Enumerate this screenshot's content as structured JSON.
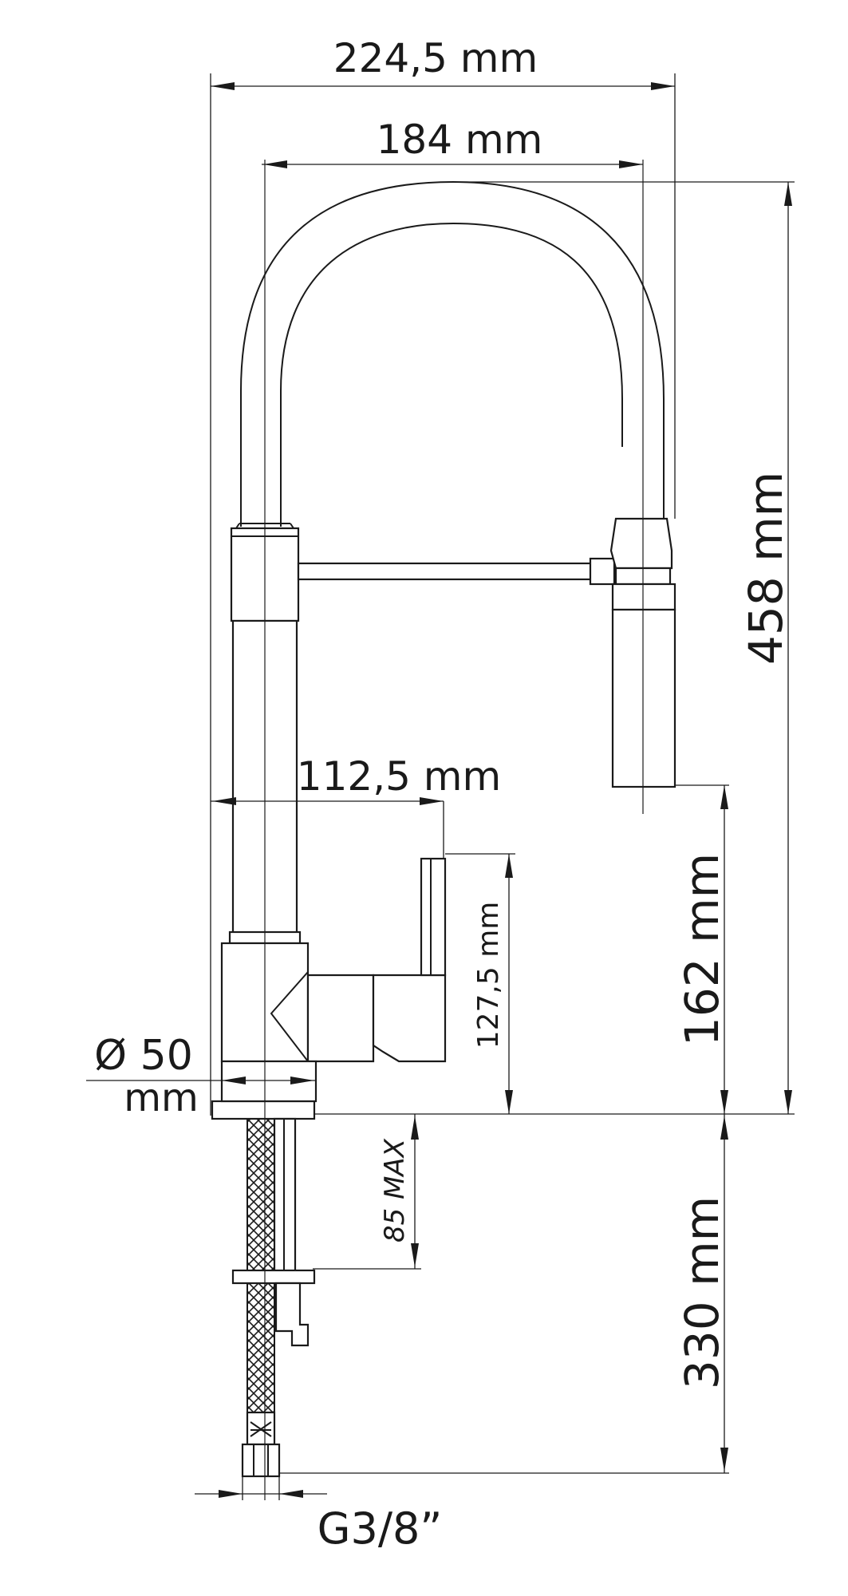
{
  "dimensions": {
    "overall_width": "224,5 mm",
    "spout_width": "184 mm",
    "total_height": "458 mm",
    "lever_reach": "112,5 mm",
    "lever_height": "127,5 mm",
    "spout_clearance": "162 mm",
    "base_diameter_symbol": "Ø 50",
    "base_diameter_unit": "mm",
    "max_deck_thickness": "85 MAX",
    "hose_length": "330 mm",
    "connection_thread": "G3/8”"
  }
}
